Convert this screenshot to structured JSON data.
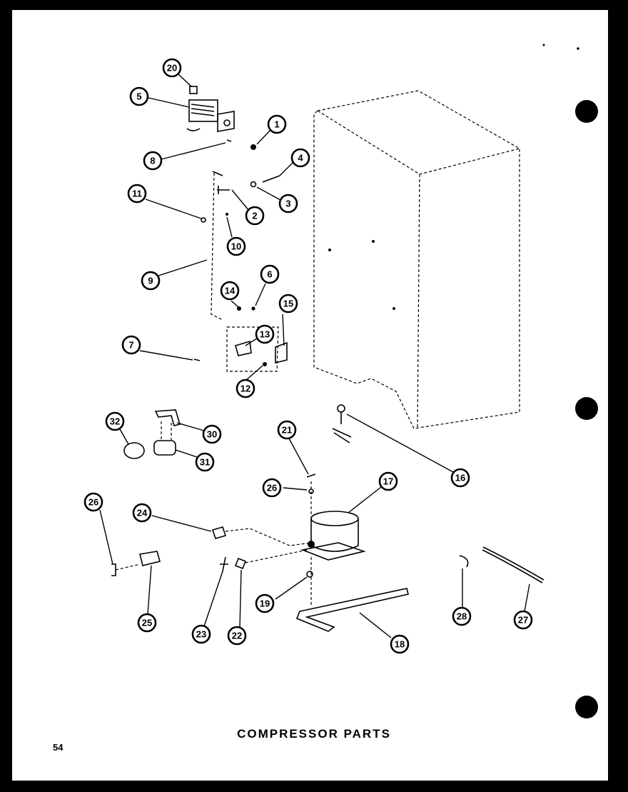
{
  "title": "COMPRESSOR PARTS",
  "page_number": "54",
  "callouts": [
    "20",
    "5",
    "1",
    "4",
    "8",
    "3",
    "2",
    "11",
    "10",
    "9",
    "6",
    "14",
    "15",
    "13",
    "7",
    "12",
    "16",
    "30",
    "32",
    "31",
    "21",
    "17",
    "26",
    "24",
    "26",
    "25",
    "23",
    "22",
    "19",
    "18",
    "28",
    "27"
  ]
}
